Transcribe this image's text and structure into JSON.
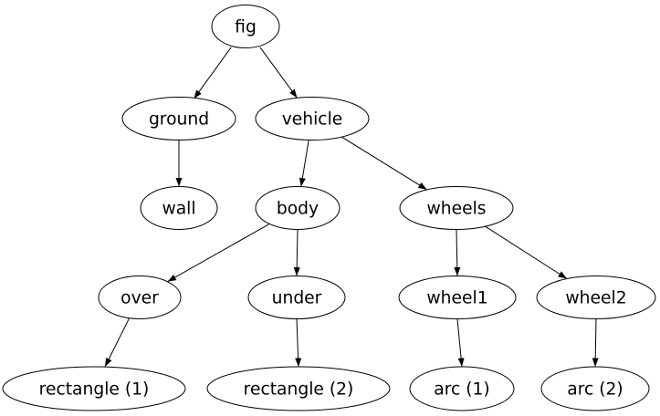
{
  "diagram": {
    "kind": "directed-tree-graph",
    "background_color": "#ffffff",
    "node_fill_color": "#ffffff",
    "node_stroke_color": "#000000",
    "edge_color": "#000000",
    "text_color": "#000000",
    "nodes": [
      {
        "id": "fig",
        "label": "fig"
      },
      {
        "id": "ground",
        "label": "ground"
      },
      {
        "id": "vehicle",
        "label": "vehicle"
      },
      {
        "id": "wall",
        "label": "wall"
      },
      {
        "id": "body",
        "label": "body"
      },
      {
        "id": "wheels",
        "label": "wheels"
      },
      {
        "id": "over",
        "label": "over"
      },
      {
        "id": "under",
        "label": "under"
      },
      {
        "id": "wheel1",
        "label": "wheel1"
      },
      {
        "id": "wheel2",
        "label": "wheel2"
      },
      {
        "id": "rect1",
        "label": "rectangle (1)"
      },
      {
        "id": "rect2",
        "label": "rectangle (2)"
      },
      {
        "id": "arc1",
        "label": "arc (1)"
      },
      {
        "id": "arc2",
        "label": "arc (2)"
      }
    ],
    "edges": [
      {
        "from": "fig",
        "to": "ground"
      },
      {
        "from": "fig",
        "to": "vehicle"
      },
      {
        "from": "ground",
        "to": "wall"
      },
      {
        "from": "vehicle",
        "to": "body"
      },
      {
        "from": "vehicle",
        "to": "wheels"
      },
      {
        "from": "body",
        "to": "over"
      },
      {
        "from": "body",
        "to": "under"
      },
      {
        "from": "wheels",
        "to": "wheel1"
      },
      {
        "from": "wheels",
        "to": "wheel2"
      },
      {
        "from": "over",
        "to": "rectangle (1)"
      },
      {
        "from": "under",
        "to": "rectangle (2)"
      },
      {
        "from": "wheel1",
        "to": "arc (1)"
      },
      {
        "from": "wheel2",
        "to": "arc (2)"
      }
    ]
  }
}
